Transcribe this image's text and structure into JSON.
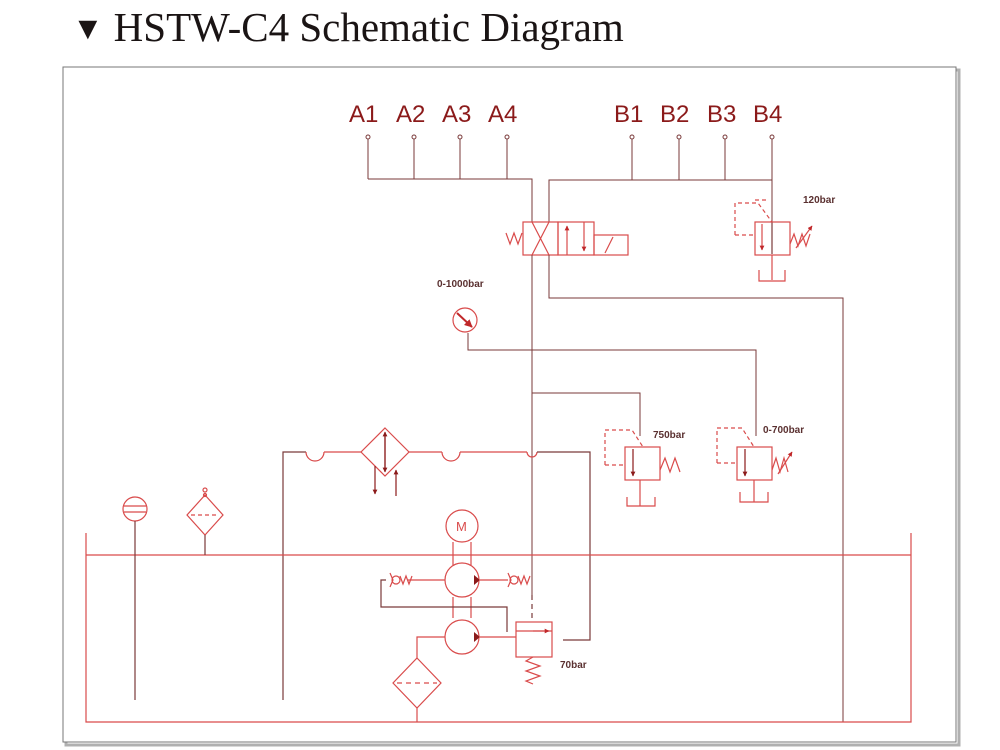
{
  "header": {
    "marker_icon": "triangle-down",
    "title": "HSTW-C4 Schematic Diagram"
  },
  "colors": {
    "line_red": "#d94b4b",
    "line_dark": "#7a3a3a",
    "arrow_dark": "#8b1a1a",
    "text_dark": "#1a1414",
    "frame_gray": "#888888"
  },
  "ports": {
    "a": [
      "A1",
      "A2",
      "A3",
      "A4"
    ],
    "b": [
      "B1",
      "B2",
      "B3",
      "B4"
    ]
  },
  "labels": {
    "relief_b_line": "120bar",
    "gauge_range": "0-1000bar",
    "relief_fixed": "750bar",
    "relief_adjustable": "0-700bar",
    "relief_pump": "70bar",
    "motor": "M"
  }
}
